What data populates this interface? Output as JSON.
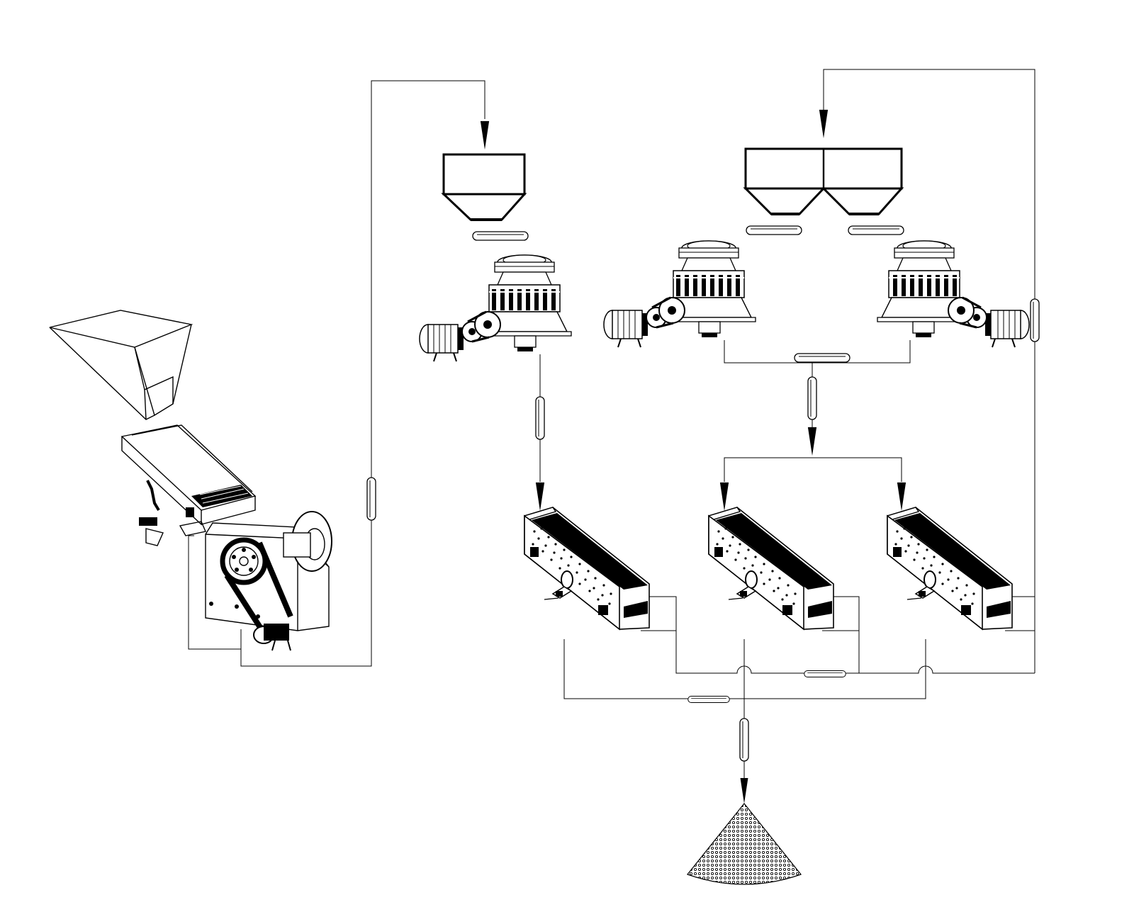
{
  "diagram": {
    "type": "crushing-and-screening-flowchart",
    "equipment": [
      {
        "id": "feed-hopper",
        "icon": "hopper-icon"
      },
      {
        "id": "vibrating-feeder",
        "icon": "vibrating-feeder-icon"
      },
      {
        "id": "jaw-crusher",
        "icon": "jaw-crusher-icon"
      },
      {
        "id": "surge-bin-1",
        "icon": "bin-icon"
      },
      {
        "id": "surge-bin-2",
        "icon": "double-bin-icon"
      },
      {
        "id": "cone-crusher-1",
        "icon": "cone-crusher-icon"
      },
      {
        "id": "cone-crusher-2",
        "icon": "cone-crusher-icon"
      },
      {
        "id": "cone-crusher-3",
        "icon": "cone-crusher-icon"
      },
      {
        "id": "vibrating-screen-1",
        "icon": "vibrating-screen-icon"
      },
      {
        "id": "vibrating-screen-2",
        "icon": "vibrating-screen-icon"
      },
      {
        "id": "vibrating-screen-3",
        "icon": "vibrating-screen-icon"
      },
      {
        "id": "product-stockpile",
        "icon": "stockpile-icon"
      }
    ],
    "connector": "belt-conveyor-icon",
    "colors": {
      "line": "#000000",
      "background": "#ffffff"
    }
  }
}
